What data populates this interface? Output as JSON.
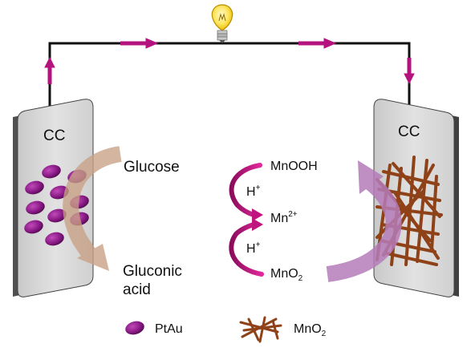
{
  "electrodes": {
    "anode_label": "CC",
    "cathode_label": "CC"
  },
  "anode_reaction": {
    "reactant": "Glucose",
    "product_line1": "Gluconic",
    "product_line2": "acid"
  },
  "cathode_reaction": {
    "species_top": "MnOOH",
    "proton_label": "H",
    "proton_charge": "+",
    "species_mid": "Mn",
    "species_mid_charge": "2+",
    "species_bottom": "MnO",
    "species_bottom_subscript": "2"
  },
  "legend": {
    "catalyst_label": "PtAu",
    "oxide_label": "MnO",
    "oxide_subscript": "2"
  },
  "colors": {
    "circuit_wire": "#111111",
    "current_arrow": "#b4137f",
    "catalyst_particle": "#8a1a87",
    "mn_fibers": "#8f4218",
    "reaction_arrow_anode": "#c8a084",
    "reaction_arrow_cathode": "#b57bb8",
    "mn_cycle_arrow": "#c0157e",
    "electrode_fill": "#d8d8d8",
    "electrode_edge": "#333333"
  },
  "icons": {
    "bulb": "light-bulb-icon"
  }
}
